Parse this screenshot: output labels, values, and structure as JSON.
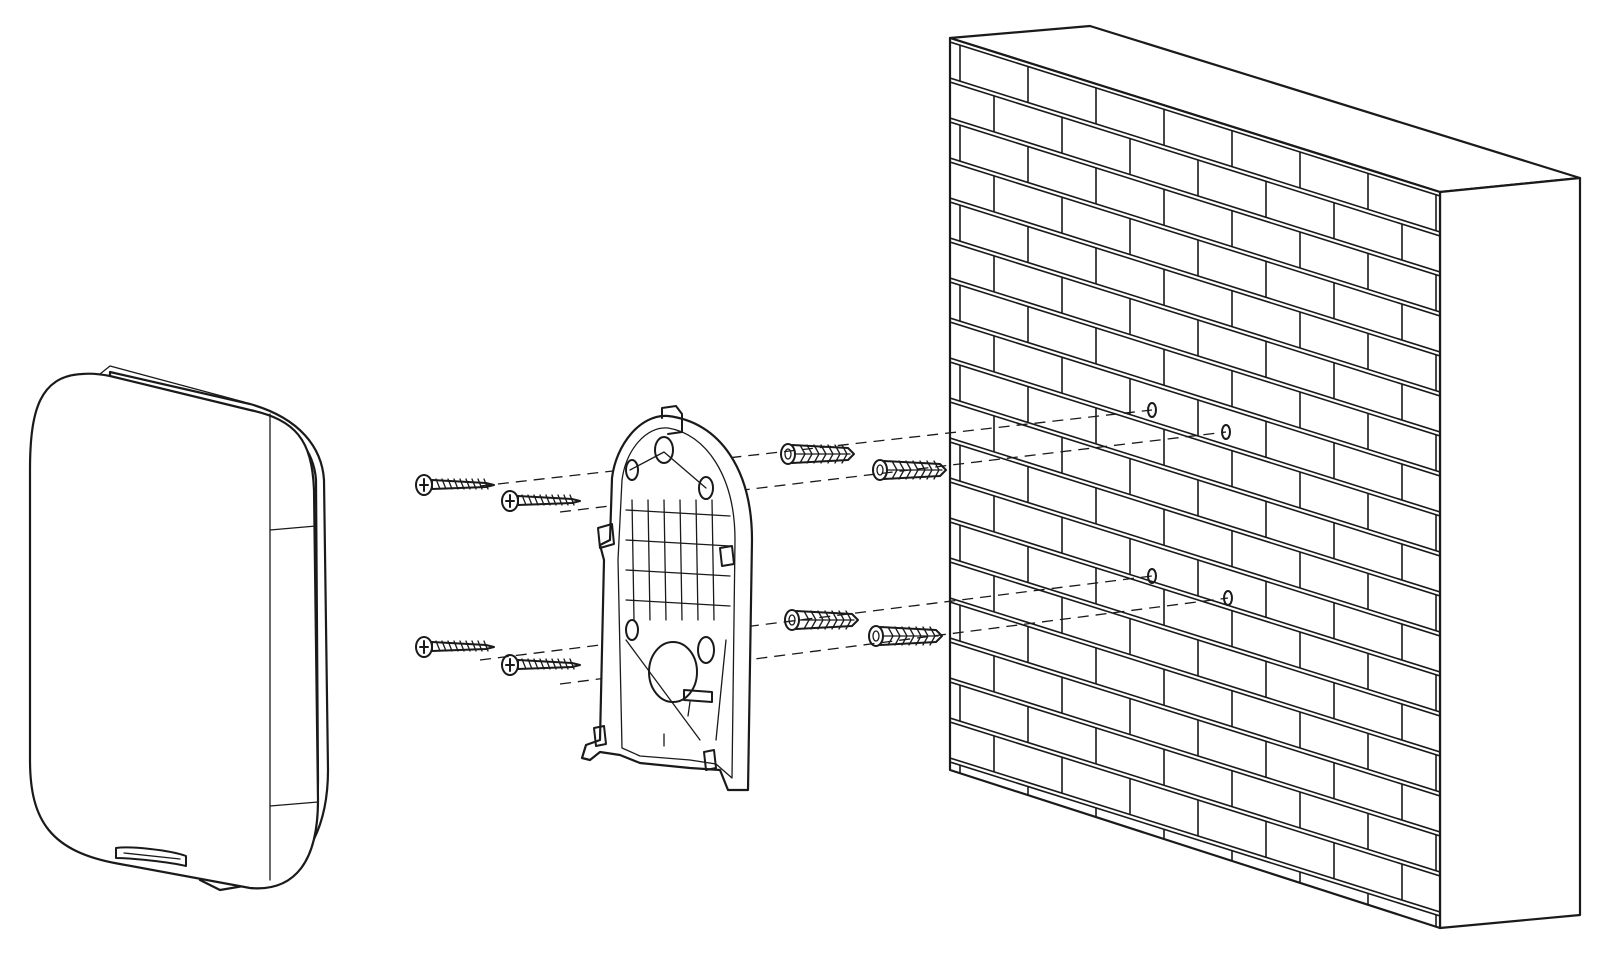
{
  "diagram": {
    "kind": "exploded wall-mount installation diagram",
    "line_color": "#1a1a1a",
    "background_color": "#ffffff",
    "parts": [
      {
        "id": "device-hub",
        "icon": "rounded-square-device"
      },
      {
        "id": "mounting-panel",
        "icon": "arched-bracket-plate"
      },
      {
        "id": "screw",
        "icon": "phillips-screw",
        "count": 4
      },
      {
        "id": "wall-anchor",
        "icon": "ribbed-plastic-dowel",
        "count": 4
      },
      {
        "id": "brick-wall",
        "icon": "brick-wall-block"
      },
      {
        "id": "drill-hole",
        "icon": "hole-marker",
        "count": 4
      }
    ]
  }
}
